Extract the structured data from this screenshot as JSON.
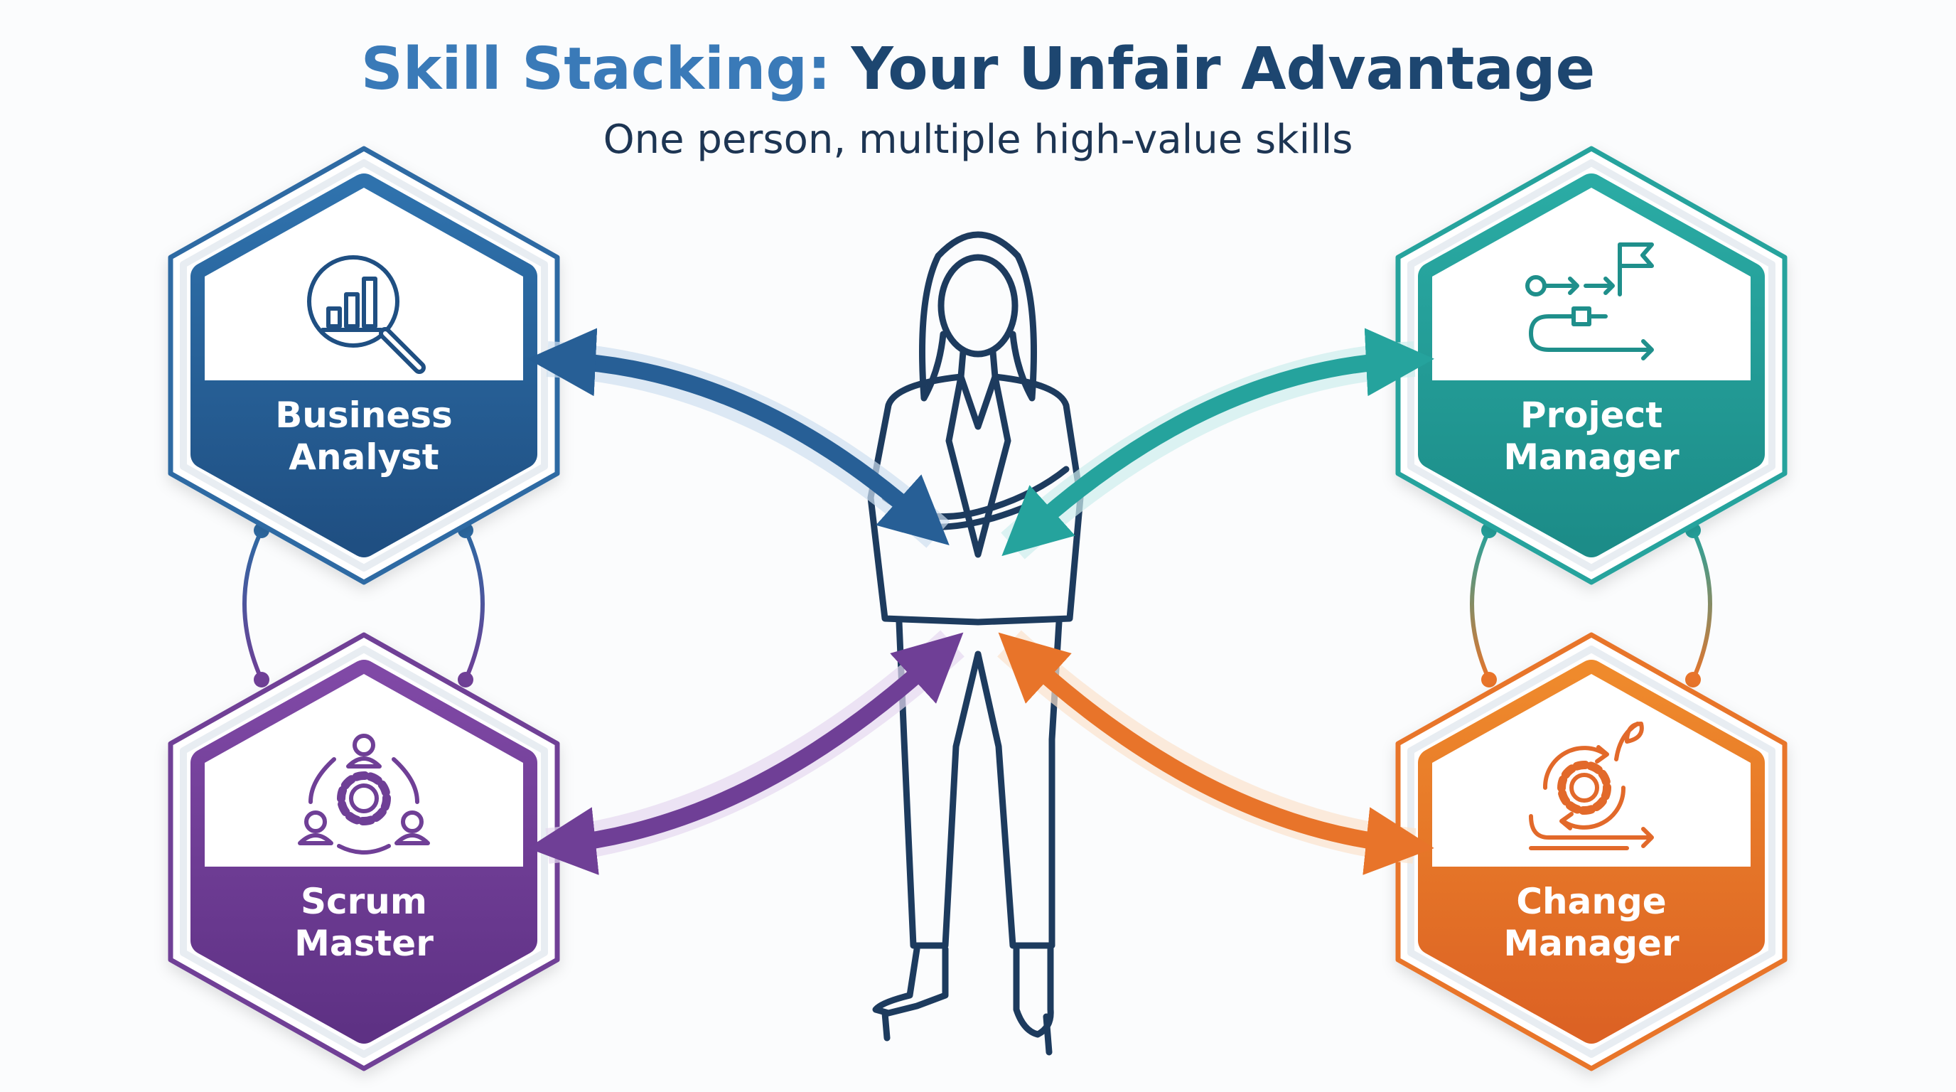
{
  "header": {
    "title_part1": "Skill Stacking:",
    "title_part2": " Your Unfair Advantage",
    "subtitle": "One person, multiple high-value skills"
  },
  "colors": {
    "title_accent": "#3a7ab8",
    "title_main": "#1d4670",
    "person": "#1d3b5e"
  },
  "skills": [
    {
      "label_lines": [
        "Business",
        "Analyst"
      ],
      "icon": "magnifier-chart-icon",
      "color": "#2d6aa3"
    },
    {
      "label_lines": [
        "Project",
        "Manager"
      ],
      "icon": "workflow-flag-icon",
      "color": "#25a39d"
    },
    {
      "label_lines": [
        "Scrum",
        "Master"
      ],
      "icon": "team-gear-icon",
      "color": "#6f3f96"
    },
    {
      "label_lines": [
        "Change",
        "Manager"
      ],
      "icon": "gear-cycle-leaf-icon",
      "color": "#e8742a"
    }
  ]
}
